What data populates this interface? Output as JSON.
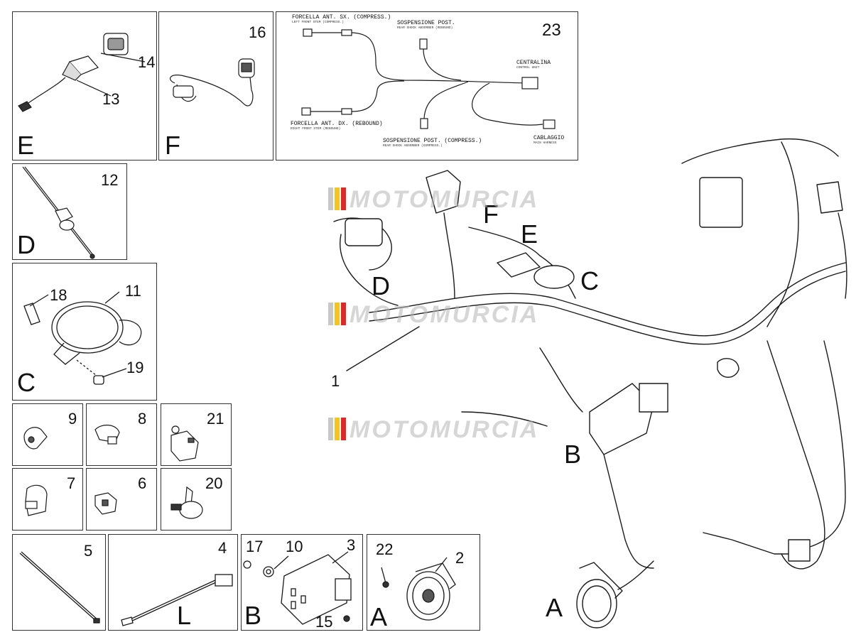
{
  "panels": {
    "E": {
      "letter": "E",
      "parts": [
        "14",
        "13"
      ]
    },
    "F": {
      "letter": "F",
      "parts": [
        "16"
      ]
    },
    "p23": {
      "number": "23",
      "labels": {
        "fork_left": "FORCELLA ANT. SX. (COMPRESS.)",
        "fork_left_sub": "LEFT FRONT STEM (COMPRESS.)",
        "rear_rebound": "SOSPENSIONE POST.",
        "rear_rebound_sub": "REAR SHOCK ABSORBER (REBOUND)",
        "control_unit": "CENTRALINA",
        "control_unit_sub": "CONTROL UNIT",
        "fork_right": "FORCELLA ANT. DX. (REBOUND)",
        "fork_right_sub": "RIGHT FRONT STEM (REBOUND)",
        "rear_compress": "SOSPENSIONE POST. (COMPRESS.)",
        "rear_compress_sub": "REAR SHOCK ABSORBER (COMPRESS.)",
        "main_harness": "CABLAGGIO",
        "main_harness_sub": "MAIN HARNESS"
      }
    },
    "D": {
      "letter": "D",
      "parts": [
        "12"
      ]
    },
    "C": {
      "letter": "C",
      "parts": [
        "18",
        "11",
        "19"
      ]
    },
    "p9": {
      "number": "9"
    },
    "p8": {
      "number": "8"
    },
    "p21": {
      "number": "21"
    },
    "p7": {
      "number": "7"
    },
    "p6": {
      "number": "6"
    },
    "p20": {
      "number": "20"
    },
    "p5": {
      "number": "5"
    },
    "L": {
      "letter": "L",
      "parts": [
        "4"
      ]
    },
    "B": {
      "letter": "B",
      "parts": [
        "17",
        "10",
        "3",
        "15"
      ]
    },
    "A": {
      "letter": "A",
      "parts": [
        "22",
        "2"
      ]
    }
  },
  "main": {
    "labels": {
      "F": "F",
      "E": "E",
      "D": "D",
      "C": "C",
      "B": "B",
      "A": "A",
      "part1": "1"
    }
  },
  "watermark": "MOTOMURCIA",
  "colors": {
    "line": "#1a1a1a",
    "watermark_red": "#e32626",
    "watermark_yellow": "#f4c51e",
    "watermark_gray": "#c8c8c8"
  }
}
